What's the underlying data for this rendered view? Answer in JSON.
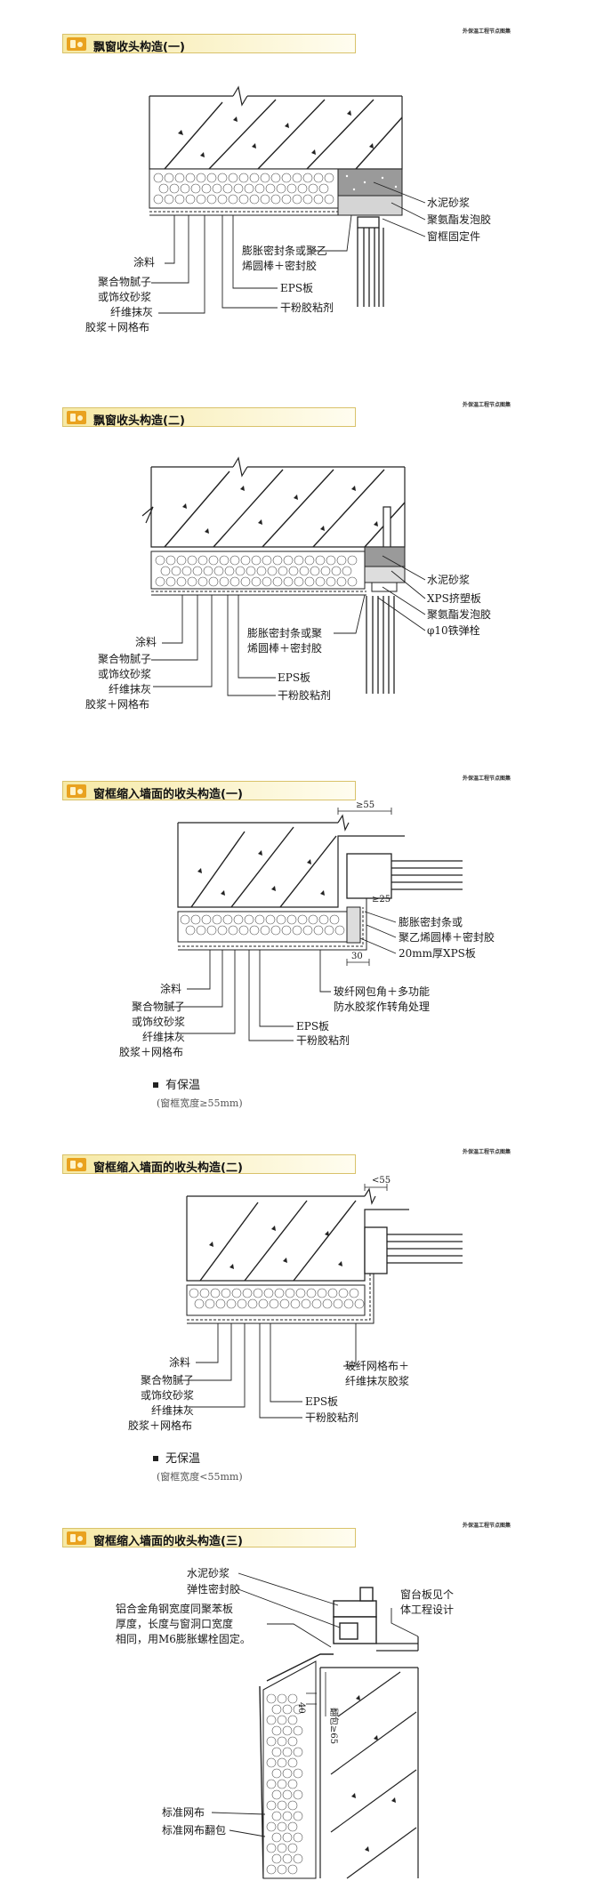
{
  "header_note": "外保温工程节点图集",
  "sections": [
    {
      "title": "飘窗收头构造(一)",
      "labels_right": [
        "水泥砂浆",
        "聚氨酯发泡胶",
        "窗框固定件"
      ],
      "labels_left": [
        "涂料",
        "聚合物腻子",
        "或饰纹砂浆",
        "纤维抹灰",
        "胶浆＋网格布"
      ],
      "labels_mid": [
        "膨胀密封条或聚乙",
        "烯圆棒＋密封胶",
        "EPS板",
        "干粉胶粘剂"
      ]
    },
    {
      "title": "飘窗收头构造(二)",
      "labels_right": [
        "水泥砂浆",
        "XPS挤塑板",
        "聚氨酯发泡胶",
        "φ10铁弹栓"
      ],
      "labels_left": [
        "涂料",
        "聚合物腻子",
        "或饰纹砂浆",
        "纤维抹灰",
        "胶浆＋网格布"
      ],
      "labels_mid": [
        "膨胀密封条或聚",
        "烯圆棒＋密封胶",
        "EPS板",
        "干粉胶粘剂"
      ]
    },
    {
      "title": "窗框缩入墙面的收头构造(一)",
      "dims": [
        "≥55",
        "≥25",
        "30"
      ],
      "labels_right": [
        "膨胀密封条或",
        "聚乙烯圆棒＋密封胶",
        "20mm厚XPS板"
      ],
      "labels_left": [
        "涂料",
        "聚合物腻子",
        "或饰纹砂浆",
        "纤维抹灰",
        "胶浆＋网格布"
      ],
      "labels_mid": [
        "玻纤网包角＋多功能",
        "防水胶浆作转角处理",
        "EPS板",
        "干粉胶粘剂"
      ],
      "legend": "有保温",
      "legend_note": "(窗框宽度≥55mm)"
    },
    {
      "title": "窗框缩入墙面的收头构造(二)",
      "dims": [
        "<55"
      ],
      "labels_left": [
        "涂料",
        "聚合物腻子",
        "或饰纹砂浆",
        "纤维抹灰",
        "胶浆＋网格布"
      ],
      "labels_mid": [
        "玻纤网格布＋",
        "纤维抹灰胶浆",
        "EPS板",
        "干粉胶粘剂"
      ],
      "legend": "无保温",
      "legend_note": "(窗框宽度<55mm)"
    },
    {
      "title": "窗框缩入墙面的收头构造(三)",
      "labels_left": [
        "水泥砂浆",
        "弹性密封胶",
        "铝合金角钢宽度同聚苯板",
        "厚度，长度与窗洞口宽度",
        "相同，用M6膨胀螺栓固定。",
        "标准网布",
        "标准网布翻包"
      ],
      "labels_right": [
        "窗台板见个",
        "体工程设计"
      ],
      "dims": [
        "翻包≥65",
        "40"
      ]
    }
  ]
}
